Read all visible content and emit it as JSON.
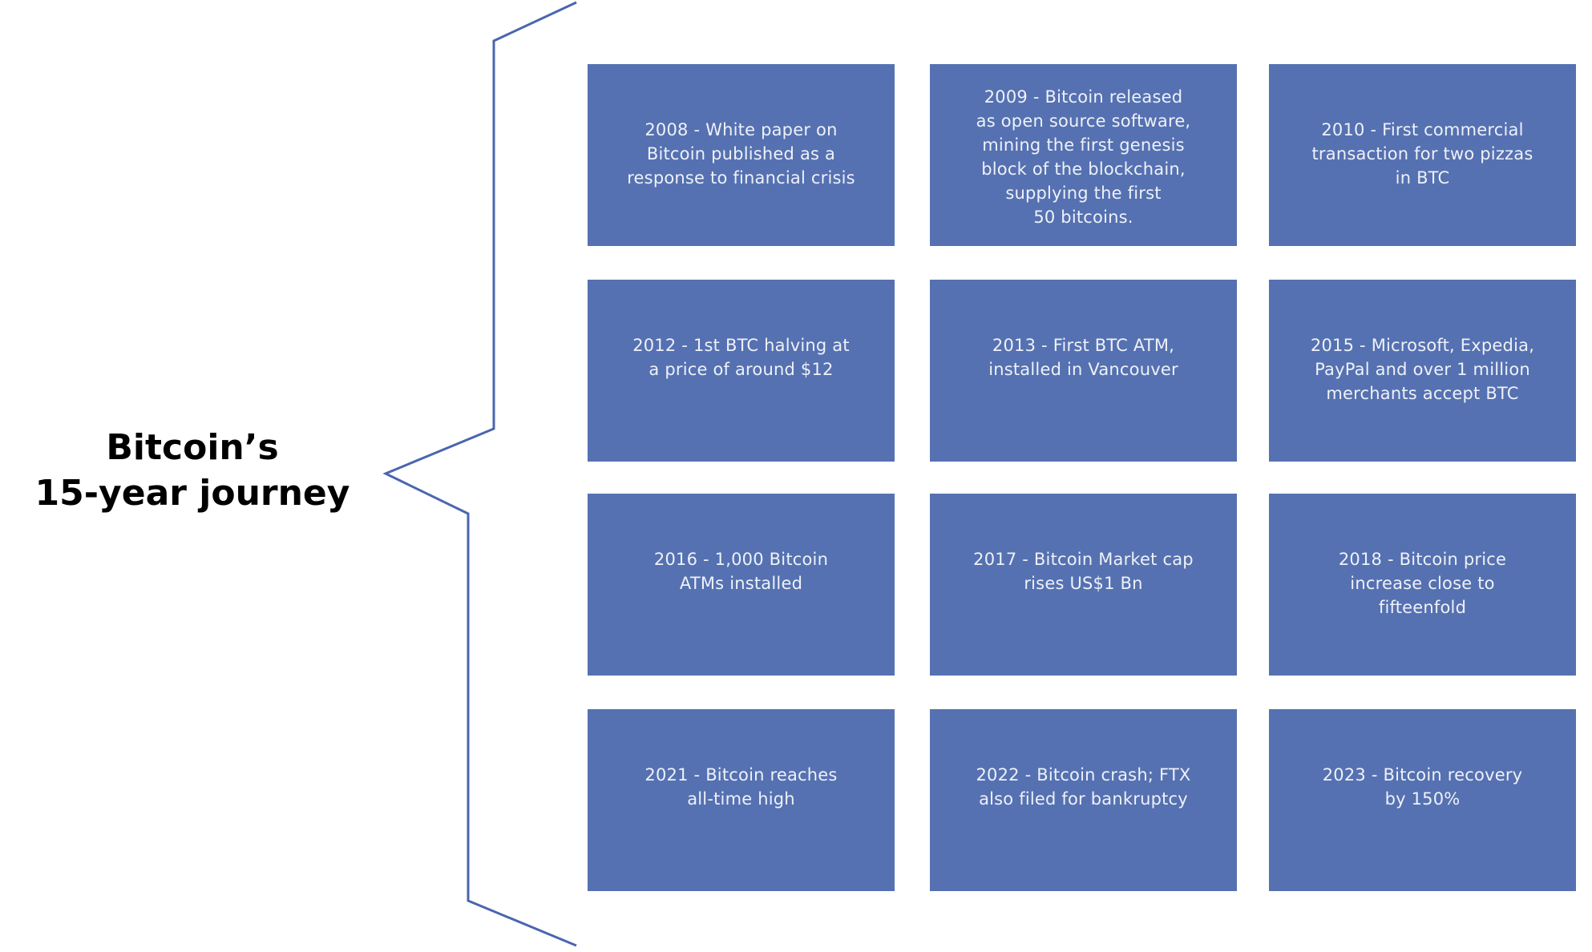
{
  "title": {
    "line1": "Bitcoin’s",
    "line2": "15-year journey"
  },
  "colors": {
    "box": "#5571b1",
    "bracket": "#4a66ad"
  },
  "milestones": [
    {
      "text": "2008 - White paper on\nBitcoin published as a\nresponse to financial crisis"
    },
    {
      "text": "2009 - Bitcoin released\nas open source software,\nmining the first genesis\nblock of the blockchain,\nsupplying the first\n50 bitcoins."
    },
    {
      "text": "2010 - First commercial\ntransaction for two pizzas\nin BTC"
    },
    {
      "text": "2012 - 1st BTC halving at\na price of around $12"
    },
    {
      "text": "2013 - First BTC ATM,\ninstalled in Vancouver"
    },
    {
      "text": "2015 - Microsoft, Expedia,\nPayPal and over 1 million\nmerchants accept BTC"
    },
    {
      "text": "2016 - 1,000 Bitcoin\nATMs installed"
    },
    {
      "text": "2017 - Bitcoin Market cap\nrises US$1 Bn"
    },
    {
      "text": "2018 - Bitcoin price\nincrease close to\nfifteenfold"
    },
    {
      "text": "2021 - Bitcoin reaches\nall-time high"
    },
    {
      "text": "2022 - Bitcoin crash; FTX\nalso filed for bankruptcy"
    },
    {
      "text": "2023 - Bitcoin recovery\nby 150%"
    }
  ]
}
